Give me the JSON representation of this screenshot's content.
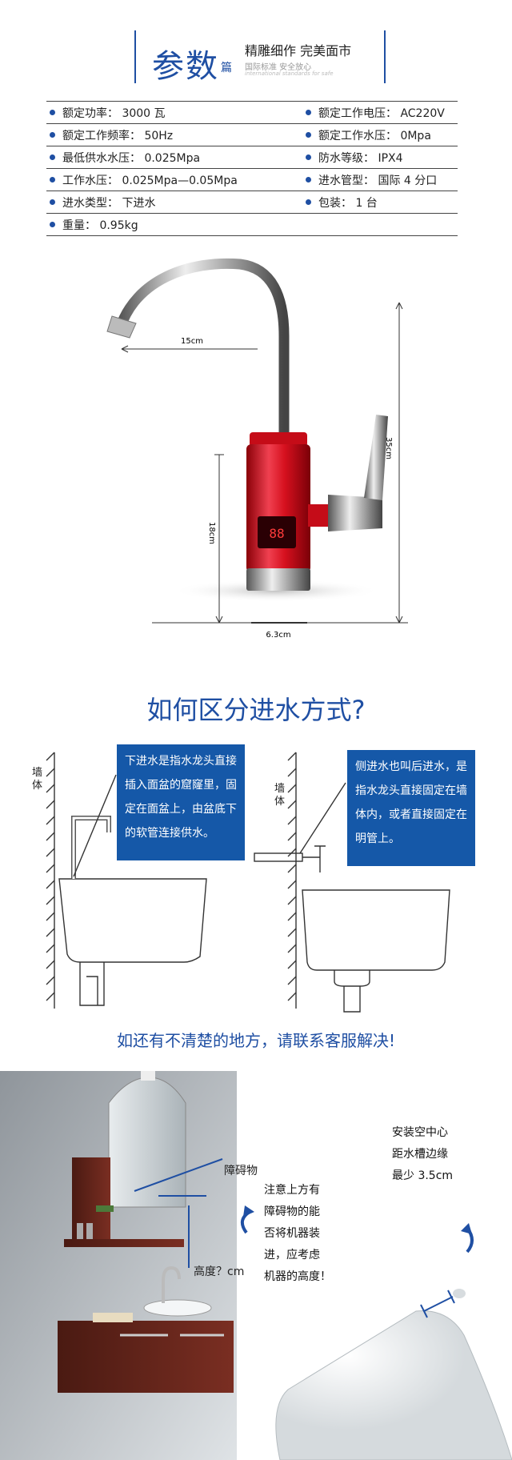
{
  "header": {
    "big": "参数",
    "small": "篇",
    "tagline": "精雕细作 完美面市",
    "sub": "国际标准 安全放心",
    "sub_en": "international standards for safe"
  },
  "specs": [
    [
      "额定功率： 3000 瓦",
      "额定工作电压： AC220V"
    ],
    [
      "额定工作频率： 50Hz",
      "额定工作水压： 0Mpa"
    ],
    [
      "最低供水水压： 0.025Mpa",
      "防水等级： IPX4"
    ],
    [
      "工作水压： 0.025Mpa—0.05Mpa",
      "进水管型： 国际 4 分口"
    ],
    [
      "进水类型： 下进水",
      "包装： 1 台"
    ],
    [
      "重量： 0.95kg",
      ""
    ]
  ],
  "dims": {
    "spout": "15cm",
    "height": "35cm",
    "body": "18cm",
    "width": "6.3cm",
    "display": "88"
  },
  "section2": {
    "title": "如何区分进水方式?",
    "wall": "墙体",
    "bottom_text": "下进水是指水龙头直接插入面盆的窟窿里，固定在面盆上，由盆底下的软管连接供水。",
    "side_text": "侧进水也叫后进水，是指水龙头直接固定在墙体内，或者直接固定在明管上。",
    "contact": "如还有不清楚的地方，请联系客服解决!"
  },
  "section3": {
    "obstacle": "障碍物",
    "height_label": "高度？cm",
    "note": [
      "注意上方有",
      "障碍物的能",
      "否将机器装",
      "进，应考虑",
      "机器的高度！"
    ],
    "clearance": [
      "安装空中心",
      "距水槽边缘",
      "最少 3.5cm"
    ]
  },
  "colors": {
    "accent": "#1f4fa3",
    "box": "#1558a8",
    "faucet_red": "#d6101e"
  }
}
